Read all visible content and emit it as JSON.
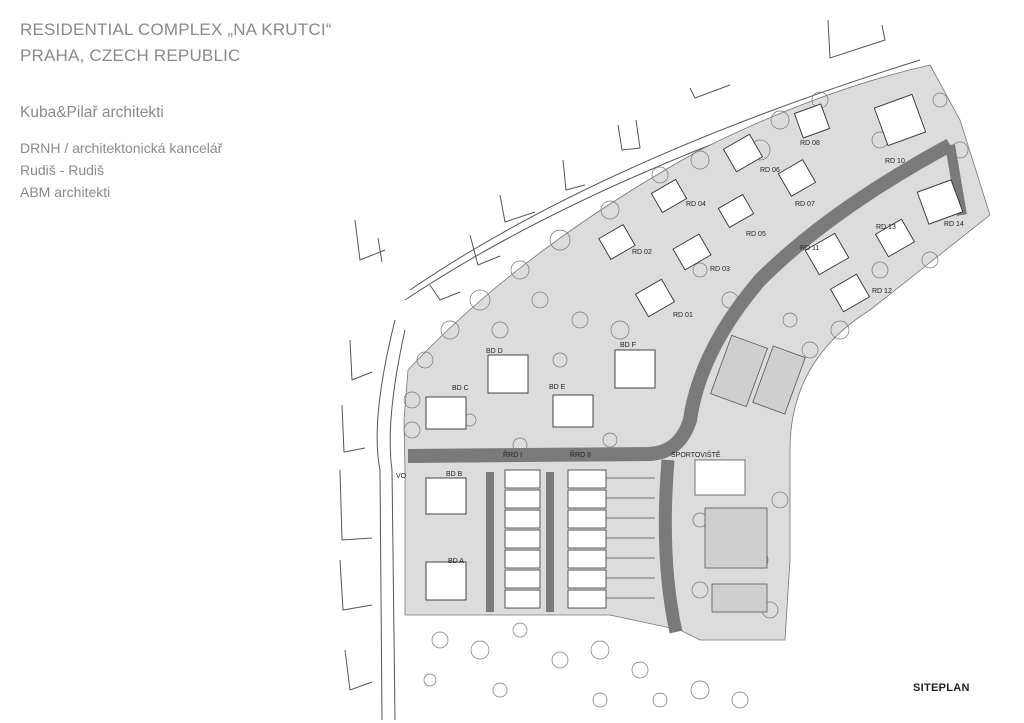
{
  "header": {
    "title_line1": "RESIDENTIAL COMPLEX „NA KRUTCI“",
    "title_line2": "PRAHA, CZECH REPUBLIC",
    "architect": "Kuba&Pilař architekti",
    "collab_1": "DRNH / architektonická kancelář",
    "collab_2": "Rudiš - Rudiš",
    "collab_3": "ABM architekti"
  },
  "footer": {
    "label": "SITEPLAN"
  },
  "labels": {
    "rd01": "RD 01",
    "rd02": "RD 02",
    "rd03": "RD 03",
    "rd04": "RD 04",
    "rd05": "RD 05",
    "rd06": "RD 06",
    "rd07": "RD 07",
    "rd08": "RD 08",
    "rd10": "RD 10",
    "rd11": "RD 11",
    "rd12": "RD 12",
    "rd13": "RD 13",
    "rd14": "RD 14",
    "bdA": "BD A",
    "bdB": "BD B",
    "bdC": "BD C",
    "bdD": "BD D",
    "bdE": "BD E",
    "bdF": "BD F",
    "rrdI": "ŘRD I",
    "rrdII": "ŘRD II",
    "sport": "SPORTOVIŠTĚ",
    "vo": "VO"
  },
  "colors": {
    "site": "#dcdcdc",
    "road": "#7a7a7a",
    "header_text": "#8a8a8a",
    "line": "#444444"
  }
}
